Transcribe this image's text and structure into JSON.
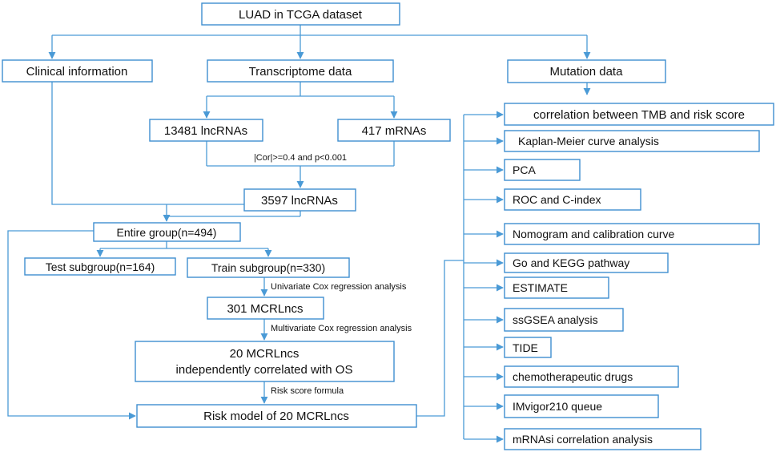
{
  "nodes": {
    "luad": "LUAD in TCGA dataset",
    "clinical": "Clinical information",
    "transcriptome": "Transcriptome data",
    "mutation": "Mutation data",
    "lnc13481": "13481 lncRNAs",
    "mrna417": "417 mRNAs",
    "lnc3597": "3597 lncRNAs",
    "entire": "Entire group(n=494)",
    "test": "Test subgroup(n=164)",
    "train": "Train subgroup(n=330)",
    "mcrl301": "301 MCRLncs",
    "mcrl20_line1": "20 MCRLncs",
    "mcrl20_line2": "independently correlated with OS",
    "risk": "Risk model of 20 MCRLncs",
    "analyses": [
      "correlation between TMB and risk score",
      "Kaplan-Meier curve analysis",
      "PCA",
      "ROC and C-index",
      "Nomogram and calibration curve",
      "Go and KEGG pathway",
      "ESTIMATE",
      "ssGSEA analysis",
      "TIDE",
      "chemotherapeutic drugs",
      "IMvigor210 queue",
      "mRNAsi correlation analysis"
    ]
  },
  "edge_labels": {
    "correlation": "|Cor|>=0.4 and p<0.001",
    "univariate": "Univariate Cox regression analysis",
    "multivariate": "Multivariate Cox regression analysis",
    "formula": "Risk score formula"
  }
}
